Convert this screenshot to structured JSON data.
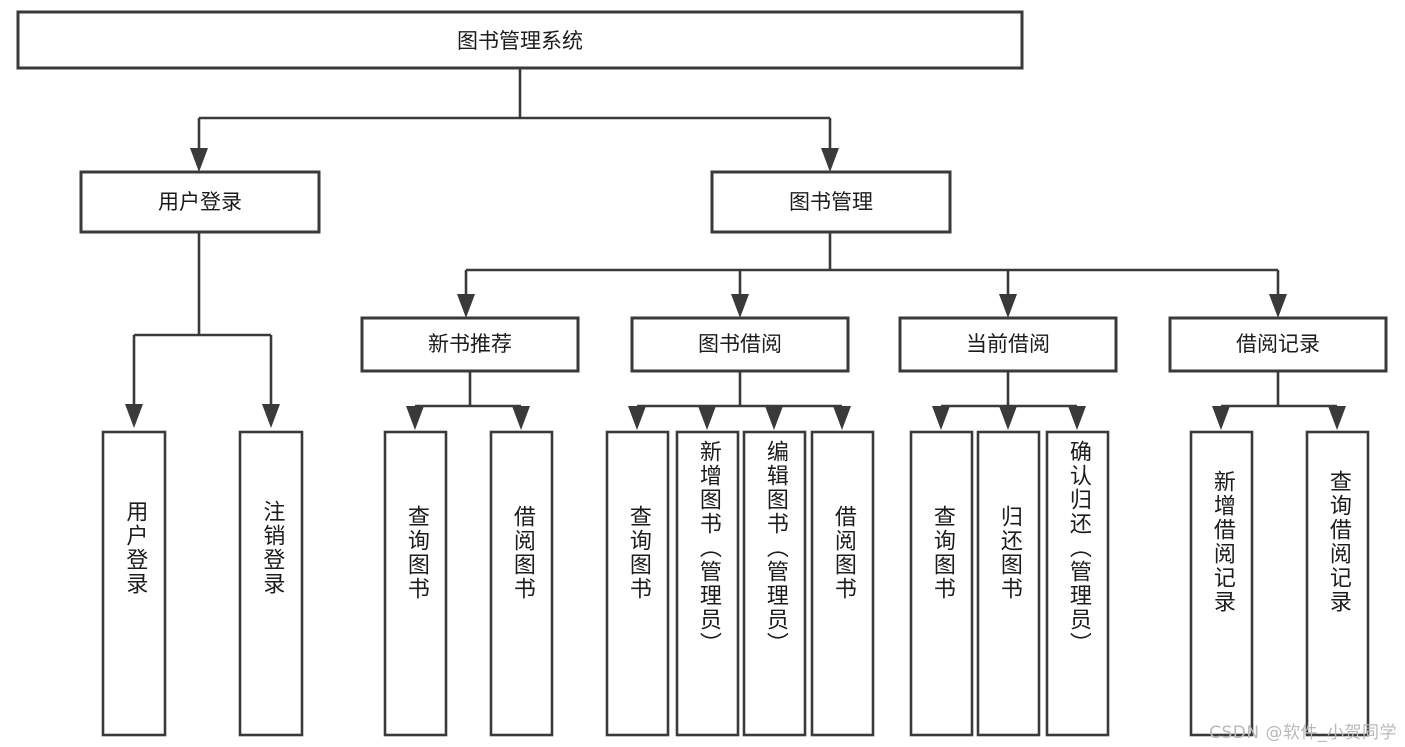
{
  "diagram": {
    "title": "图书管理系统",
    "type": "tree-hierarchy-diagram",
    "colors": {
      "stroke": "#3a3a3a",
      "fill": "#ffffff",
      "text": "#1c1c1c",
      "watermark": "#b9b9b9"
    },
    "root": {
      "label": "图书管理系统"
    },
    "level2": [
      {
        "label": "用户登录"
      },
      {
        "label": "图书管理"
      }
    ],
    "level3": [
      {
        "label": "新书推荐"
      },
      {
        "label": "图书借阅"
      },
      {
        "label": "当前借阅"
      },
      {
        "label": "借阅记录"
      }
    ],
    "leaves": {
      "user_login": [
        {
          "label": "用户登录"
        },
        {
          "label": "注销登录"
        }
      ],
      "new_book_recommend": [
        {
          "label": "查询图书"
        },
        {
          "label": "借阅图书"
        }
      ],
      "book_borrow": [
        {
          "label": "查询图书"
        },
        {
          "label": "新增图书（管理员）"
        },
        {
          "label": "编辑图书（管理员）"
        },
        {
          "label": "借阅图书"
        }
      ],
      "current_borrow": [
        {
          "label": "查询图书"
        },
        {
          "label": "归还图书"
        },
        {
          "label": "确认归还（管理员）"
        }
      ],
      "borrow_record": [
        {
          "label": "新增借阅记录"
        },
        {
          "label": "查询借阅记录"
        }
      ]
    },
    "watermark": "CSDN @软件_小贺同学"
  }
}
